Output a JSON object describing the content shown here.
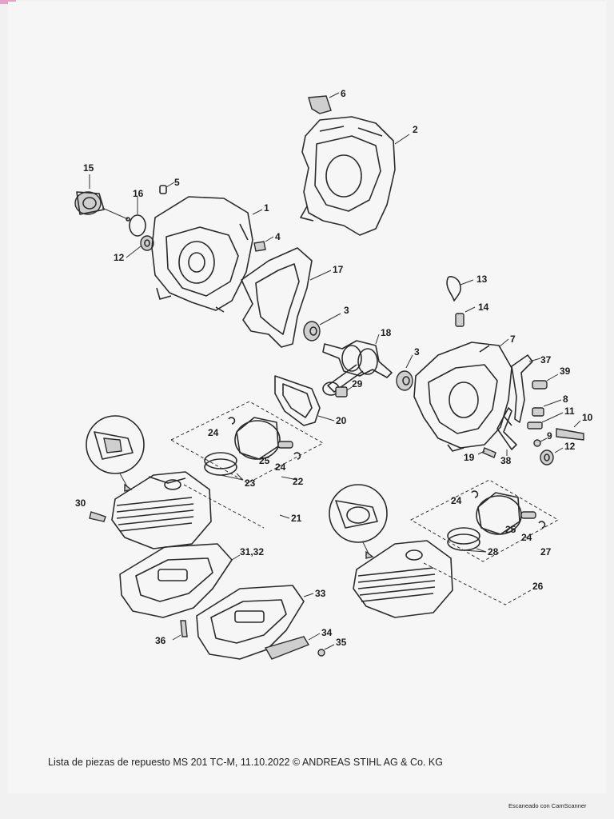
{
  "labels": {
    "l1": "1",
    "l2": "2",
    "l3a": "3",
    "l3b": "3",
    "l4": "4",
    "l5": "5",
    "l6": "6",
    "l7": "7",
    "l8": "8",
    "l9": "9",
    "l10": "10",
    "l11": "11",
    "l12a": "12",
    "l12b": "12",
    "l13": "13",
    "l14": "14",
    "l15": "15",
    "l16": "16",
    "l17": "17",
    "l18": "18",
    "l19": "19",
    "l20": "20",
    "l21": "21",
    "l22": "22",
    "l23": "23",
    "l24a": "24",
    "l24b": "24",
    "l24c": "24",
    "l24d": "24",
    "l25a": "25",
    "l25b": "25",
    "l26": "26",
    "l27": "27",
    "l28": "28",
    "l29": "29",
    "l30": "30",
    "l3132": "31,32",
    "l33": "33",
    "l34": "34",
    "l35": "35",
    "l36": "36",
    "l37": "37",
    "l38": "38",
    "l39": "39"
  },
  "footer": "Lista de piezas de repuesto MS 201 TC-M, 11.10.2022 © ANDREAS STIHL AG & Co. KG",
  "scanner": "Escaneado con CamScanner"
}
